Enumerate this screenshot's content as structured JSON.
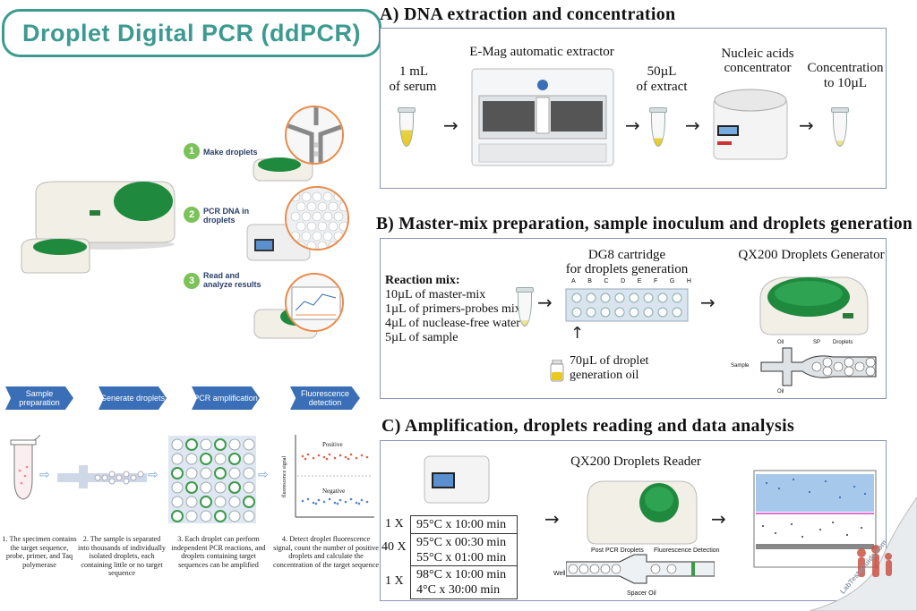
{
  "title": "Droplet Digital PCR (ddPCR)",
  "sections": {
    "a_title": "A) DNA extraction and concentration",
    "b_title": "B) Master-mix preparation, sample inoculum and droplets generation",
    "c_title": "C) Amplification, droplets reading and data analysis"
  },
  "panel_a": {
    "serum_line1": "1 mL",
    "serum_line2": "of serum",
    "extractor_label": "E-Mag automatic extractor",
    "extract_line1": "50µL",
    "extract_line2": "of extract",
    "concentrator_line1": "Nucleic acids",
    "concentrator_line2": "concentrator",
    "concentration_line1": "Concentration",
    "concentration_line2": "to 10µL"
  },
  "panel_b": {
    "mix_title": "Reaction mix:",
    "mix_items": [
      "10µL of master-mix",
      "1µL of primers-probes mix",
      "4µL of nuclease-free water",
      "5µL of sample"
    ],
    "cartridge_line1": "DG8 cartridge",
    "cartridge_line2": "for droplets generation",
    "cartridge_cols": [
      "A",
      "B",
      "C",
      "D",
      "E",
      "F",
      "G",
      "H"
    ],
    "oil_line1": "70µL  of droplet",
    "oil_line2": "generation oil",
    "generator_label": "QX200 Droplets Generator",
    "chip_oil_top": "Oil",
    "chip_sp": "SP",
    "chip_droplets": "Droplets",
    "chip_sample": "Sample",
    "chip_oil_bottom": "Oil"
  },
  "panel_c": {
    "reader_label": "QX200 Droplets Reader",
    "cycles": [
      {
        "count": "1 X",
        "steps": [
          "95°C x 10:00 min"
        ]
      },
      {
        "count": "40 X",
        "steps": [
          "95°C x 00:30 min",
          "55°C x 01:00 min"
        ]
      },
      {
        "count": "1 X",
        "steps": [
          "98°C x 10:00 min",
          "4°C x 30:00 min"
        ]
      }
    ],
    "reader_post": "Post PCR Droplets",
    "reader_fluor": "Fluorescence Detection",
    "reader_well": "Well",
    "reader_spacer": "Spacer Oil"
  },
  "left_top": {
    "steps": [
      {
        "num": "1",
        "label": "Make droplets"
      },
      {
        "num": "2",
        "label": "PCR DNA in droplets"
      },
      {
        "num": "3",
        "label": "Read and analyze results"
      }
    ]
  },
  "workflow": {
    "chevrons": [
      "Sample preparation",
      "Generate droplets",
      "PCR amplification",
      "Fluorescence detection"
    ],
    "positive": "Positive",
    "negative": "Negative",
    "ylabel": "fluorescence signal",
    "captions": [
      "1. The specimen contains the target sequence, probe, primer, and Taq polymerase",
      "2. The sample is separated into thousands of individually isolated droplets, each containing little or no target sequence",
      "3. Each droplet can perform independent PCR reactions, and droplets containing target sequences can be amplified",
      "4. Detect droplet fluorescence signal, count the number of positive droplets and calculate the concentration of the target sequence"
    ]
  },
  "watermark": "LabTestsGuide.com",
  "colors": {
    "teal": "#3d9a90",
    "chevron_blue": "#3a6fb7",
    "green_lid": "#1f8a3e",
    "panel_border": "#8a95b8",
    "yellow": "#e9c820"
  }
}
